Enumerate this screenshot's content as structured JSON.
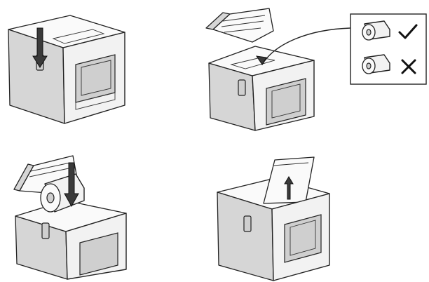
{
  "figure": {
    "steps": [
      {
        "id": "step-1",
        "action": "press-open-button",
        "icon": "down-arrow-icon"
      },
      {
        "id": "step-2",
        "action": "open-cover-check-paper-orientation",
        "icon": "curved-pointer-icon"
      },
      {
        "id": "step-3",
        "action": "insert-paper-roll",
        "icon": "down-arrow-icon"
      },
      {
        "id": "step-4",
        "action": "close-cover-pull-paper",
        "icon": "up-arrow-icon"
      }
    ],
    "inset": {
      "items": [
        {
          "icon": "paper-roll-correct-icon",
          "status_icon": "check-icon",
          "status": "correct"
        },
        {
          "icon": "paper-roll-wrong-icon",
          "status_icon": "cross-icon",
          "status": "wrong"
        }
      ]
    }
  }
}
